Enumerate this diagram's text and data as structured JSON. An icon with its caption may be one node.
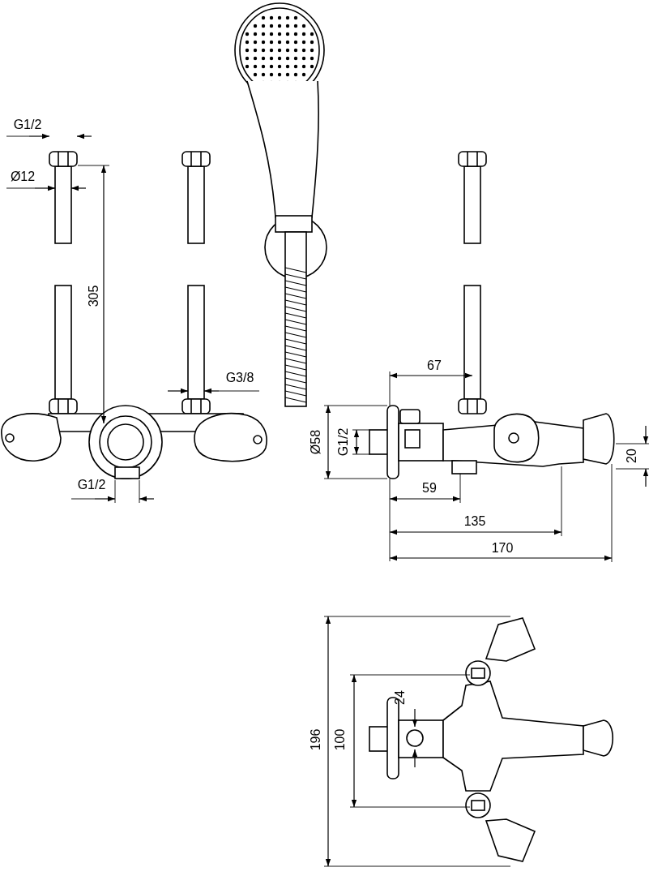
{
  "diagram": {
    "labels": [
      "G1/2",
      "Ø12",
      "305",
      "G3/8",
      "G1/2",
      "67",
      "Ø58",
      "G1/2",
      "59",
      "135",
      "170",
      "20",
      "196",
      "24",
      "100"
    ]
  }
}
